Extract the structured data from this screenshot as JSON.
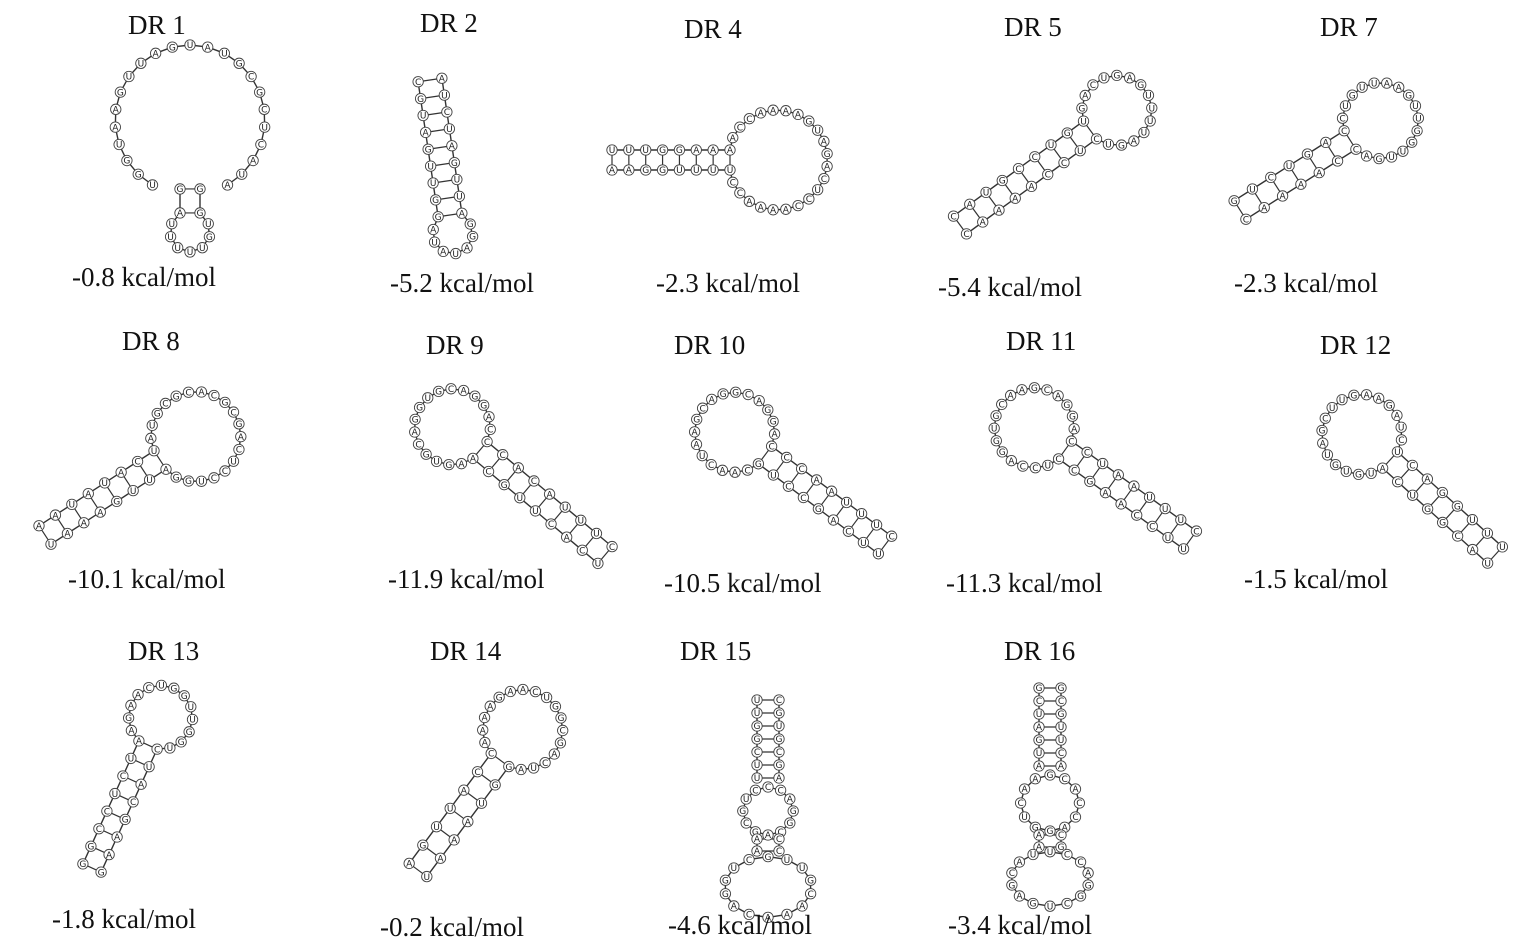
{
  "figure": {
    "panels": [
      {
        "id": "dr1",
        "title": "DR 1",
        "energy": "-0.8 kcal/mol",
        "shape": "loop",
        "seq": "UGGUAAGUUAGUAUGCGCUCAUAGAUUUUUG"
      },
      {
        "id": "dr2",
        "title": "DR 2",
        "energy": "-5.2 kcal/mol",
        "shape": "stem",
        "seq": "CGUAGUUGGAUAUAGGAUUGAUCUACUGAGC"
      },
      {
        "id": "dr4",
        "title": "DR 4",
        "energy": "-2.3 kcal/mol",
        "shape": "hairpin",
        "seq": "AAGGUUUUCCAAAACCUCAGAUGAAAACCAA"
      },
      {
        "id": "dr5",
        "title": "DR 5",
        "energy": "-5.4 kcal/mol",
        "shape": "hairpin",
        "seq": "CAAAACCUCUGAUUUUGAGUCAGUGUCCGUA"
      },
      {
        "id": "dr7",
        "title": "DR 7",
        "energy": "-2.3 kcal/mol",
        "shape": "hairpin",
        "seq": "CAAAACCAGUUGGUUGAAUUGUCCAGUCUGA"
      },
      {
        "id": "dr8",
        "title": "DR 8",
        "energy": "-10.1 kcal/mol",
        "shape": "hairpin",
        "seq": "UAAAGUUAGGUCCUCAGCGCACGCGUAUCAUA"
      },
      {
        "id": "dr9",
        "title": "DR 9",
        "energy": "-11.9 kcal/mol",
        "shape": "hairpin",
        "seq": "CUUUACACCCAGGACGUGGACGUGAACGUUCA"
      },
      {
        "id": "dr10",
        "title": "DR 10",
        "energy": "-10.5 kcal/mol",
        "shape": "hairpin",
        "seq": "CUUUAACCCAGGACGGACGAAUCAACGUCCGA"
      },
      {
        "id": "dr11",
        "title": "DR 11",
        "energy": "-11.3 kcal/mol",
        "shape": "hairpin",
        "seq": "CUUUAAUCCAGGACGAACGUGGACCUCCGAAC"
      },
      {
        "id": "dr12",
        "title": "DR 12",
        "energy": "-1.5 kcal/mol",
        "shape": "hairpin",
        "seq": "UUUGGACUCUAGAAGUUCGAUGUGUACUGGCA"
      },
      {
        "id": "dr13",
        "title": "DR 13",
        "energy": "-1.8 kcal/mol",
        "shape": "hairpin",
        "seq": "GAAGCAUCUGGUUGGUCAAGAAUCUCCGGUUG"
      },
      {
        "id": "dr14",
        "title": "DR 14",
        "energy": "-0.2 kcal/mol",
        "shape": "hairpin",
        "seq": "UAAAUGGAUCAGCGGUCAAGAAAACCAUUGAC"
      },
      {
        "id": "dr15",
        "title": "DR 15",
        "energy": "-4.6 kcal/mol",
        "shape": "double",
        "seq": "UUGGCUUCGUGCGACCAGGCAGCGUCAACCGUUGCAAACAGGUCGC"
      },
      {
        "id": "dr16",
        "title": "DR 16",
        "energy": "-3.4 kcal/mol",
        "shape": "double",
        "seq": "GCUAGUAGCGUUCAGCACCAGGUCAAAACGUCCAGGCUGAGCAUCG"
      }
    ]
  }
}
